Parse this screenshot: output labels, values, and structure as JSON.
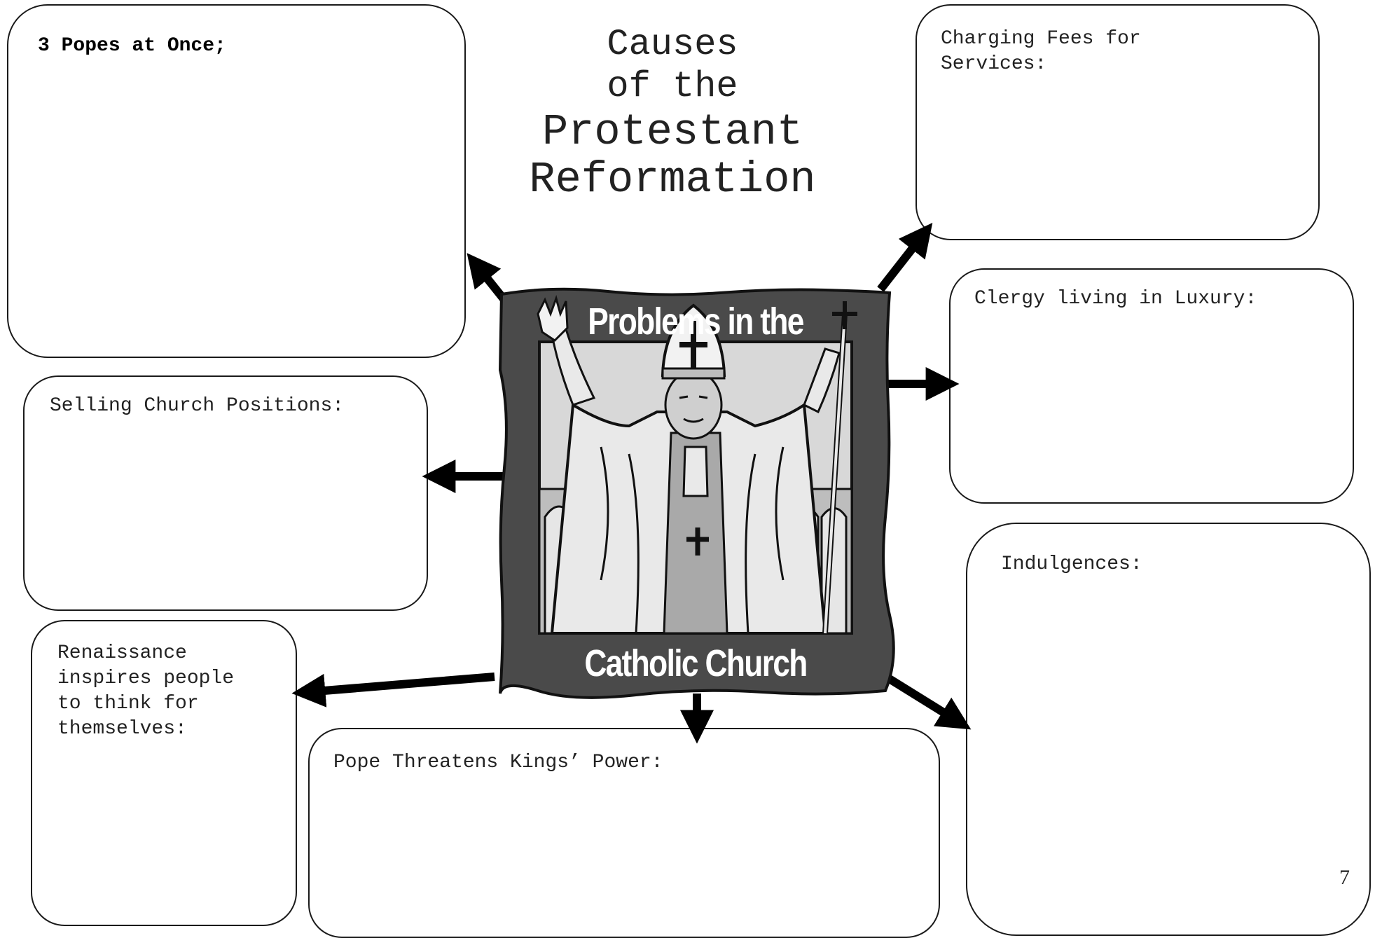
{
  "title": {
    "line1": "Causes",
    "line2": "of the",
    "line3": "Protestant",
    "line4": "Reformation"
  },
  "center": {
    "caption_top": "Problems in the",
    "caption_bottom": "Catholic Church",
    "image_icon": "pope-illustration"
  },
  "boxes": {
    "three_popes": "3 Popes at Once;",
    "fees": "Charging Fees for\nServices:",
    "luxury": "Clergy living in Luxury:",
    "selling": "Selling Church Positions:",
    "indulgences": "Indulgences:",
    "renaissance": "Renaissance\ninspires people\nto think for\nthemselves:",
    "kings": "Pope Threatens Kings’ Power:"
  },
  "page_number": "7",
  "colors": {
    "frame": "#4a4a4a",
    "arrow": "#000000",
    "border": "#1a1a1a"
  }
}
